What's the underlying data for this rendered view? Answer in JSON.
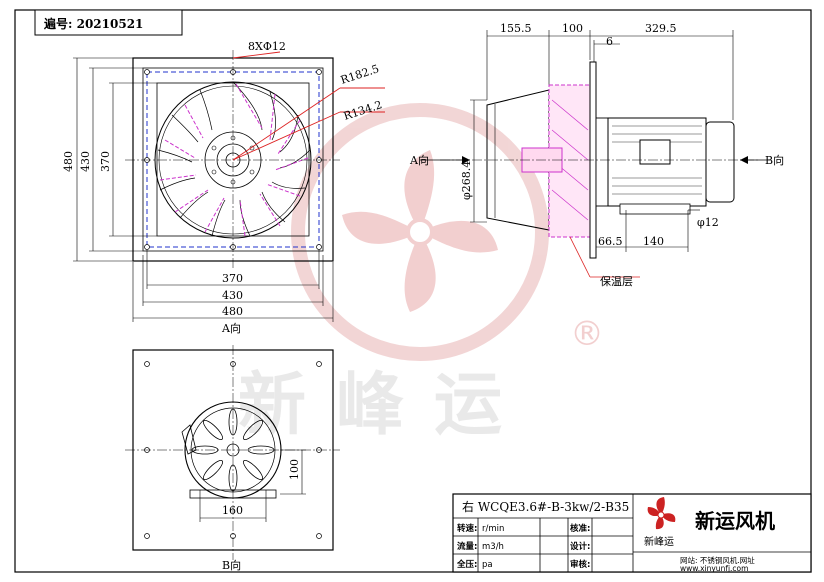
{
  "header": {
    "code": "遍号: 20210521"
  },
  "front_view": {
    "hole_note": "8XΦ12",
    "radius_outer": "R182.5",
    "radius_inner": "R134.2",
    "dims_horizontal": [
      "370",
      "430",
      "480"
    ],
    "dims_vertical": [
      "480",
      "430",
      "370"
    ],
    "view_label": "A向"
  },
  "side_view": {
    "top_dims": [
      "155.5",
      "100",
      "329.5"
    ],
    "gap_dim": "6",
    "diameter": "φ268.4",
    "left_arrow": "A向",
    "right_arrow": "B向",
    "hole_dim": "φ12",
    "bottom_dims": [
      "66.5",
      "140"
    ],
    "insulation_label": "保温层"
  },
  "back_view": {
    "dim_width": "160",
    "dim_height": "100",
    "view_label": "B向"
  },
  "watermark": {
    "text": "新峰运",
    "registered": "®"
  },
  "title_block": {
    "model": "右 WCQE3.6#-B-3kw/2-B35",
    "brand_small": "新峰运",
    "brand_name": "新运风机",
    "rows": [
      {
        "label": "转速:",
        "unit": "r/min",
        "sign_label": "核准:"
      },
      {
        "label": "流量:",
        "unit": "m3/h",
        "sign_label": "设计:"
      },
      {
        "label": "全压:",
        "unit": "pa",
        "sign_label": "审核:"
      }
    ],
    "website_line": "网站: 不锈钢风机.网址",
    "url_line": "www.xinyunfj.com"
  }
}
